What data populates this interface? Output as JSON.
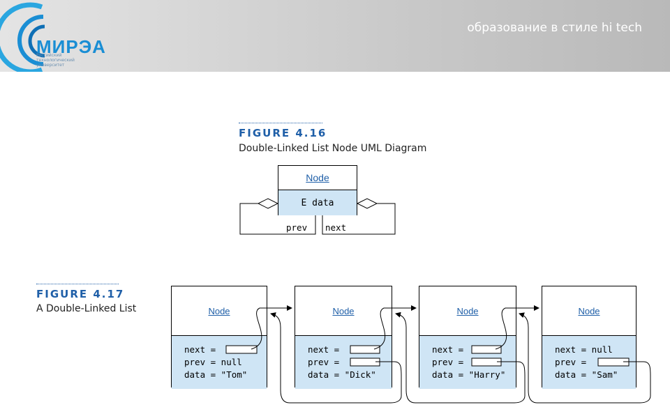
{
  "header": {
    "logo_text": "МИРЭА",
    "logo_subtext": "Российский технологический университет",
    "slogan": "образование в стиле hi tech"
  },
  "figure_416": {
    "label": "FIGURE 4.16",
    "caption": "Double-Linked List Node UML Diagram",
    "class_name": "Node",
    "attribute": "E data",
    "role_prev": "prev",
    "role_next": "next"
  },
  "figure_417": {
    "label": "FIGURE 4.17",
    "caption": "A Double-Linked List",
    "nodes": [
      {
        "title": "Node",
        "next": "next = ",
        "prev": "prev = null",
        "data": "data = \"Tom\""
      },
      {
        "title": "Node",
        "next": "next = ",
        "prev": "prev = ",
        "data": "data = \"Dick\""
      },
      {
        "title": "Node",
        "next": "next = ",
        "prev": "prev = ",
        "data": "data = \"Harry\""
      },
      {
        "title": "Node",
        "next": "next = null",
        "prev": "prev = ",
        "data": "data = \"Sam\""
      }
    ]
  },
  "colors": {
    "accent_blue": "#1f5fa8",
    "node_fill": "#cfe5f5",
    "logo_blue": "#1a8ed4"
  }
}
